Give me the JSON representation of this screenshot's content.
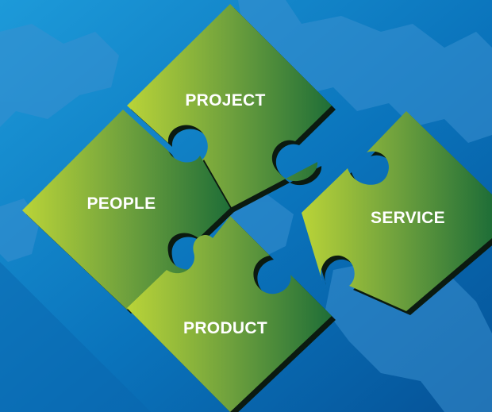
{
  "pieces": {
    "project": {
      "label": "PROJECT"
    },
    "people": {
      "label": "PEOPLE"
    },
    "product": {
      "label": "PRODUCT"
    },
    "service": {
      "label": "SERVICE"
    }
  },
  "colors": {
    "background_light": "#1a94d6",
    "background_dark": "#06589d",
    "map": "#2f86c9",
    "piece_light": "#b6d237",
    "piece_dark": "#1f6f37",
    "piece_outline": "#0b1a10",
    "text": "#ffffff"
  }
}
